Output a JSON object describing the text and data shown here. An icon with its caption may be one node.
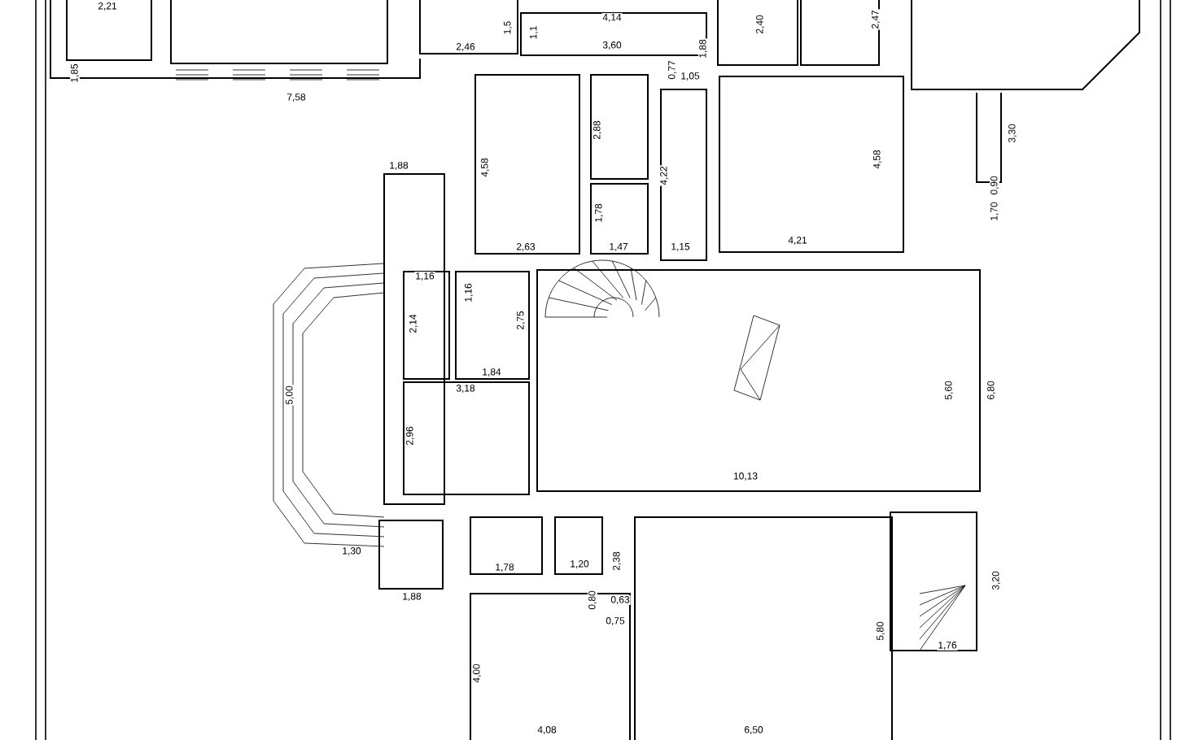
{
  "diagram": {
    "labels": [
      "2,21",
      "1,85",
      "7,58",
      "1,5",
      "1,1",
      "4,14",
      "2,46",
      "3,60",
      "2,40",
      "1,88",
      "2,47",
      "0,77",
      "1,05",
      "2,88",
      "4,58",
      "1,88",
      "4,22",
      "4,58",
      "3,30",
      "1,78",
      "0,90",
      "1,70",
      "2,63",
      "1,47",
      "1,15",
      "4,21",
      "1,16",
      "1,16",
      "2,14",
      "2,75",
      "1,84",
      "3,18",
      "5,00",
      "2,96",
      "5,60",
      "6,80",
      "10,13",
      "1,30",
      "1,78",
      "1,20",
      "2,38",
      "1,88",
      "0,80",
      "0,63",
      "0,75",
      "3,20",
      "5,80",
      "1,76",
      "4,00",
      "4,08",
      "6,50"
    ]
  }
}
